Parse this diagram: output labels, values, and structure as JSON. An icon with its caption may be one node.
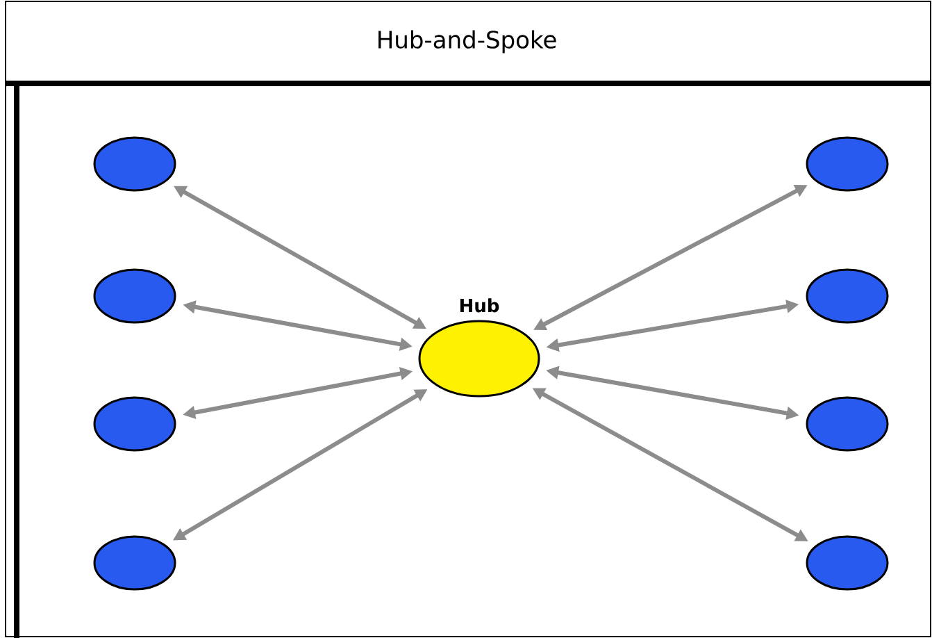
{
  "diagram": {
    "title": "Hub-and-Spoke",
    "nodes": [
      {
        "text": [
          "Hub"
        ]
      },
      {
        "text": [],
        "shape": "circle"
      },
      {
        "text": [],
        "shape": "circle"
      },
      {
        "text": [],
        "shape": "circle"
      },
      {
        "text": [],
        "shape": "circle"
      },
      {
        "text": [],
        "shape": "circle"
      },
      {
        "text": [],
        "shape": "circle"
      },
      {
        "text": [],
        "shape": "circle"
      },
      {
        "text": [],
        "shape": "circle"
      }
    ],
    "edges": [
      {
        "from": 0,
        "to": 1,
        "arrow": "both"
      },
      {
        "from": 0,
        "to": 2,
        "arrow": "both"
      },
      {
        "from": 0,
        "to": 3,
        "arrow": "both"
      },
      {
        "from": 0,
        "to": 4,
        "arrow": "both"
      },
      {
        "from": 0,
        "to": 5,
        "arrow": "both"
      },
      {
        "from": 0,
        "to": 6,
        "arrow": "both"
      },
      {
        "from": 0,
        "to": 7,
        "arrow": "both"
      },
      {
        "from": 0,
        "to": 8,
        "arrow": "both"
      }
    ]
  }
}
